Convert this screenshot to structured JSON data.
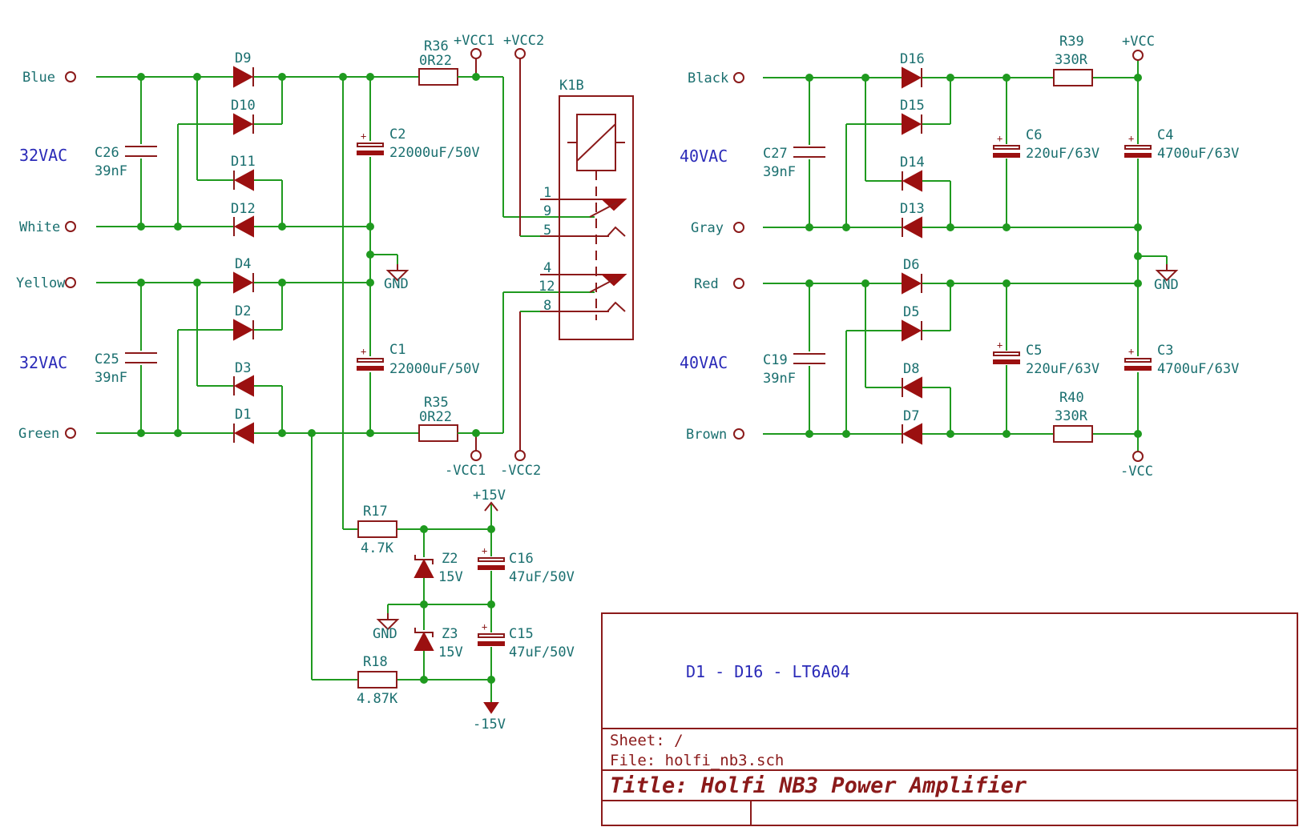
{
  "labels": {
    "in_blue": "Blue",
    "in_white": "White",
    "in_yellow": "Yellow",
    "in_green": "Green",
    "in_black": "Black",
    "in_gray": "Gray",
    "in_red": "Red",
    "in_brown": "Brown",
    "vac_32_top": "32VAC",
    "vac_32_bot": "32VAC",
    "vac_40_top": "40VAC",
    "vac_40_bot": "40VAC",
    "D9": "D9",
    "D10": "D10",
    "D11": "D11",
    "D12": "D12",
    "D4": "D4",
    "D2": "D2",
    "D3": "D3",
    "D1": "D1",
    "D16": "D16",
    "D15": "D15",
    "D14": "D14",
    "D13": "D13",
    "D6": "D6",
    "D5": "D5",
    "D8": "D8",
    "D7": "D7",
    "C26": "C26",
    "C26v": "39nF",
    "C25": "C25",
    "C25v": "39nF",
    "C27": "C27",
    "C27v": "39nF",
    "C19": "C19",
    "C19v": "39nF",
    "C2": "C2",
    "C2v": "22000uF/50V",
    "C1": "C1",
    "C1v": "22000uF/50V",
    "C6": "C6",
    "C6v": "220uF/63V",
    "C5": "C5",
    "C5v": "220uF/63V",
    "C4": "C4",
    "C4v": "4700uF/63V",
    "C3": "C3",
    "C3v": "4700uF/63V",
    "C16": "C16",
    "C16v": "47uF/50V",
    "C15": "C15",
    "C15v": "47uF/50V",
    "R36": "R36",
    "R36v": "0R22",
    "R35": "R35",
    "R35v": "0R22",
    "R39": "R39",
    "R39v": "330R",
    "R40": "R40",
    "R40v": "330R",
    "R17": "R17",
    "R17v": "4.7K",
    "R18": "R18",
    "R18v": "4.87K",
    "Z2": "Z2",
    "Z2v": "15V",
    "Z3": "Z3",
    "Z3v": "15V",
    "vcc1p": "+VCC1",
    "vcc2p": "+VCC2",
    "vcc1n": "-VCC1",
    "vcc2n": "-VCC2",
    "vccp": "+VCC",
    "vccn": "-VCC",
    "gnd1": "GND",
    "gnd2": "GND",
    "gnd3": "GND",
    "p15": "+15V",
    "m15": "-15V",
    "K1B": "K1B",
    "pin1": "1",
    "pin9": "9",
    "pin5": "5",
    "pin4": "4",
    "pin12": "12",
    "pin8": "8"
  },
  "title_block": {
    "note": "D1 - D16 - LT6A04",
    "sheet": "Sheet: /",
    "file": "File: holfi_nb3.sch",
    "title": "Title: Holfi NB3 Power Amplifier"
  },
  "colors": {
    "wire": "#1f9a1f",
    "component": "#8b1a1a",
    "text": "#1a6f6f",
    "label": "#2a2ab8"
  }
}
